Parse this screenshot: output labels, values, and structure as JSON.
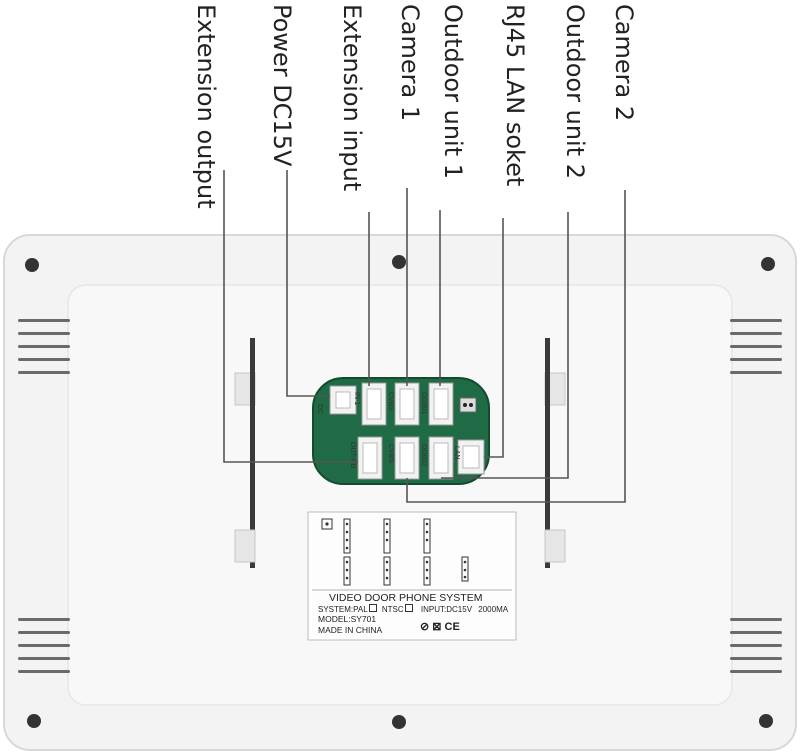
{
  "callouts": [
    {
      "id": "extension-output",
      "label": "Extension output"
    },
    {
      "id": "power",
      "label": "Power DC15V"
    },
    {
      "id": "extension-input",
      "label": "Extension input"
    },
    {
      "id": "camera-1",
      "label": "Camera 1"
    },
    {
      "id": "outdoor-unit-1",
      "label": "Outdoor unit 1"
    },
    {
      "id": "rj45",
      "label": "RJ45 LAN soket"
    },
    {
      "id": "outdoor-unit-2",
      "label": "Outdoor unit 2"
    },
    {
      "id": "camera-2",
      "label": "Camera 2"
    }
  ],
  "board": {
    "top": [
      "DC",
      "IN-1",
      "CVBS",
      "OD001"
    ],
    "bottom": [
      "OUT-RB",
      "CVBS",
      "OD002",
      "LAN"
    ]
  },
  "sticker": {
    "title": "VIDEO DOOR PHONE SYSTEM",
    "system": "SYSTEM:PAL",
    "ntsc": "NTSC",
    "input": "INPUT:DC15V",
    "current": "2000MA",
    "model": "MODEL:SY701",
    "made": "MADE IN CHINA",
    "marks": "⊘ ⊠ CE"
  },
  "colors": {
    "case": "#f4f4f4",
    "board": "#1f6b45",
    "line": "#555555"
  }
}
